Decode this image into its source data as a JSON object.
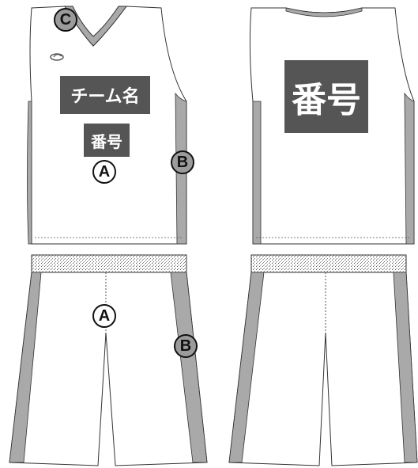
{
  "labels": {
    "team_name": "チーム名",
    "number_front": "番号",
    "number_back": "番号",
    "mark_a_shirt": "A",
    "mark_b_shirt": "B",
    "mark_c_collar": "C",
    "mark_a_shorts": "A",
    "mark_b_shorts": "B"
  },
  "colors": {
    "body": "#ffffff",
    "trim": "#a9a9a9",
    "panel": "#555555",
    "outline": "#333333"
  },
  "icons": [
    "brand-logo-icon"
  ]
}
